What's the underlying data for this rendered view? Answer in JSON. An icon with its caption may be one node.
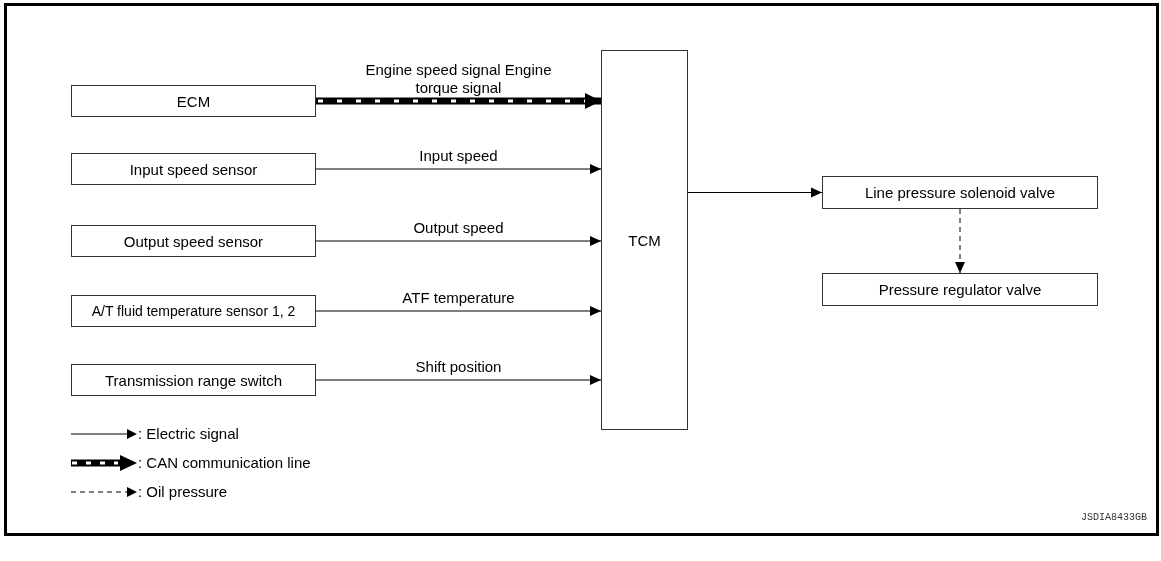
{
  "diagram": {
    "nodes": [
      {
        "text": [
          "ECM"
        ]
      },
      {
        "text": [
          "Input speed sensor"
        ]
      },
      {
        "text": [
          "Output speed sensor"
        ]
      },
      {
        "text": [
          "A/T fluid temperature sensor 1, 2"
        ]
      },
      {
        "text": [
          "Transmission range switch"
        ]
      },
      {
        "text": [
          "TCM"
        ]
      },
      {
        "text": [
          "Line pressure solenoid valve"
        ]
      },
      {
        "text": [
          "Pressure regulator valve"
        ]
      }
    ],
    "edges": [
      {
        "from": 0,
        "to": 5,
        "arrow": "to",
        "label": "Engine speed signal Engine torque signal",
        "style": "thick"
      },
      {
        "from": 1,
        "to": 5,
        "arrow": "to",
        "label": "Input speed"
      },
      {
        "from": 2,
        "to": 5,
        "arrow": "to",
        "label": "Output speed"
      },
      {
        "from": 3,
        "to": 5,
        "arrow": "to",
        "label": "ATF temperature"
      },
      {
        "from": 4,
        "to": 5,
        "arrow": "to",
        "label": "Shift position"
      },
      {
        "from": 5,
        "to": 6,
        "arrow": "to"
      },
      {
        "from": 6,
        "to": 7,
        "arrow": "to",
        "style": "dashed"
      }
    ],
    "labels": [
      "JSDIA8433GB"
    ],
    "legend": [
      {
        "text": ": Electric signal"
      },
      {
        "text": ": CAN communication line"
      },
      {
        "text": ": Oil pressure"
      }
    ]
  }
}
